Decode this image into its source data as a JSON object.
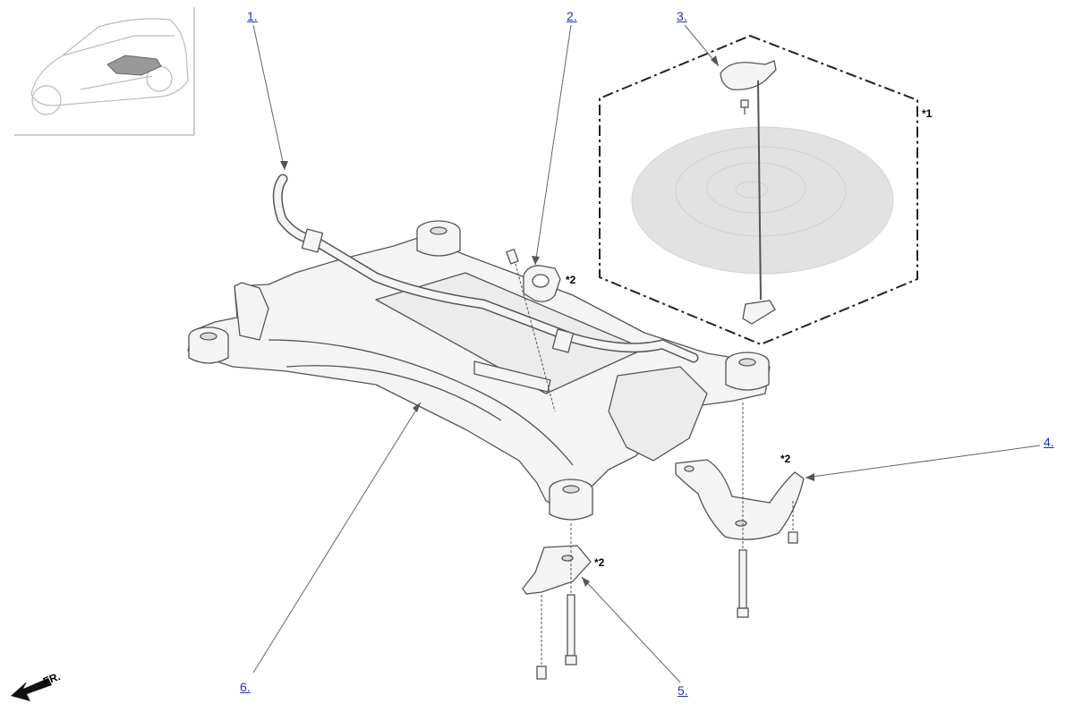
{
  "callouts": [
    {
      "id": "c1",
      "label": "1."
    },
    {
      "id": "c2",
      "label": "2."
    },
    {
      "id": "c3",
      "label": "3."
    },
    {
      "id": "c4",
      "label": "4."
    },
    {
      "id": "c5",
      "label": "5."
    },
    {
      "id": "c6",
      "label": "6."
    }
  ],
  "notes": {
    "star1": "*1",
    "star2_bushing": "*2",
    "star2_bracket_right": "*2",
    "star2_bracket_left": "*2"
  },
  "direction": {
    "label": "FR."
  },
  "colors": {
    "callout_link": "#1a35c8",
    "line_art": "#555555",
    "fill_light": "#f4f4f4",
    "tire_fill": "#e2e2e2"
  }
}
